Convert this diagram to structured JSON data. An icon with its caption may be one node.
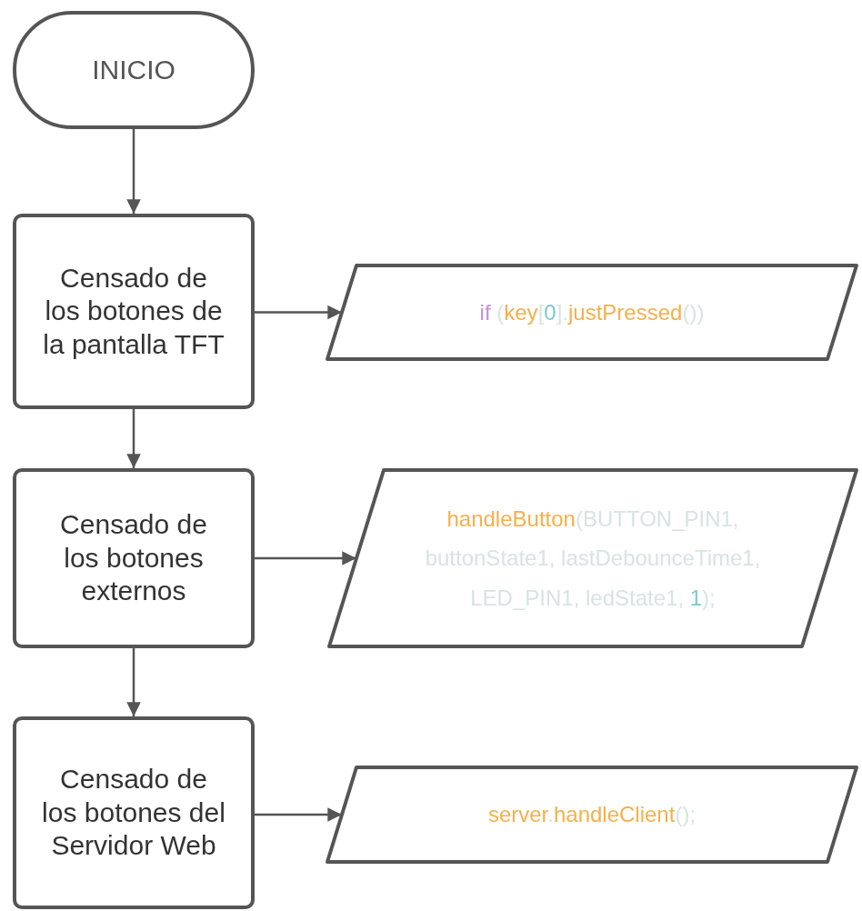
{
  "diagram": {
    "nodes": [
      {
        "text": [
          "INICIO"
        ]
      },
      {
        "text": [
          "Censado de los botones de la pantalla TFT"
        ]
      },
      {
        "text": [
          "if (key[0].justPressed())"
        ]
      },
      {
        "text": [
          "Censado de los botones externos"
        ]
      },
      {
        "text": [
          "handleButton(BUTTON_PIN1, buttonState1, lastDebounceTime1, LED_PIN1, ledState1, 1);"
        ]
      },
      {
        "text": [
          "Censado de los botones del Servidor Web"
        ]
      },
      {
        "text": [
          "server.handleClient();"
        ]
      }
    ],
    "edges": [
      {
        "from": 0,
        "to": 1,
        "arrow": "to"
      },
      {
        "from": 1,
        "to": 2,
        "arrow": "to"
      },
      {
        "from": 1,
        "to": 3,
        "arrow": "to"
      },
      {
        "from": 3,
        "to": 4,
        "arrow": "to"
      },
      {
        "from": 3,
        "to": 5,
        "arrow": "to"
      },
      {
        "from": 5,
        "to": 6,
        "arrow": "to"
      }
    ]
  }
}
